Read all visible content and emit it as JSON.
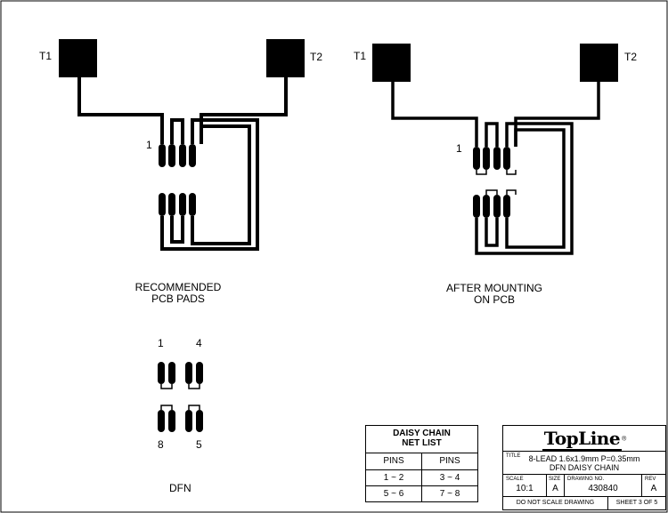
{
  "left_diagram": {
    "t1": "T1",
    "t2": "T2",
    "pin1": "1",
    "caption_l1": "RECOMMENDED",
    "caption_l2": "PCB PADS"
  },
  "right_diagram": {
    "t1": "T1",
    "t2": "T2",
    "pin1": "1",
    "caption_l1": "AFTER MOUNTING",
    "caption_l2": "ON PCB"
  },
  "dfn": {
    "pin1": "1",
    "pin4": "4",
    "pin8": "8",
    "pin5": "5",
    "caption": "DFN"
  },
  "net_list": {
    "title_l1": "DAISY CHAIN",
    "title_l2": "NET LIST",
    "headers": [
      "PINS",
      "PINS"
    ],
    "rows": [
      [
        "1 ~ 2",
        "3 ~ 4"
      ],
      [
        "5 ~ 6",
        "7 ~ 8"
      ]
    ]
  },
  "title_block": {
    "logo": "TopLine",
    "title_label": "TITLE",
    "title_l1": "8-LEAD 1.6x1.9mm P=0.35mm",
    "title_l2": "DFN DAISY CHAIN",
    "scale_label": "SCALE",
    "scale": "10:1",
    "size_label": "SIZE",
    "size": "A",
    "drawing_no_label": "DRAWING NO.",
    "drawing_no": "430840",
    "rev_label": "REV",
    "rev": "A",
    "do_not_scale": "DO NOT SCALE DRAWING",
    "sheet": "SHEET 3 OF 5"
  },
  "colors": {
    "ink": "#000000",
    "paper": "#ffffff"
  }
}
